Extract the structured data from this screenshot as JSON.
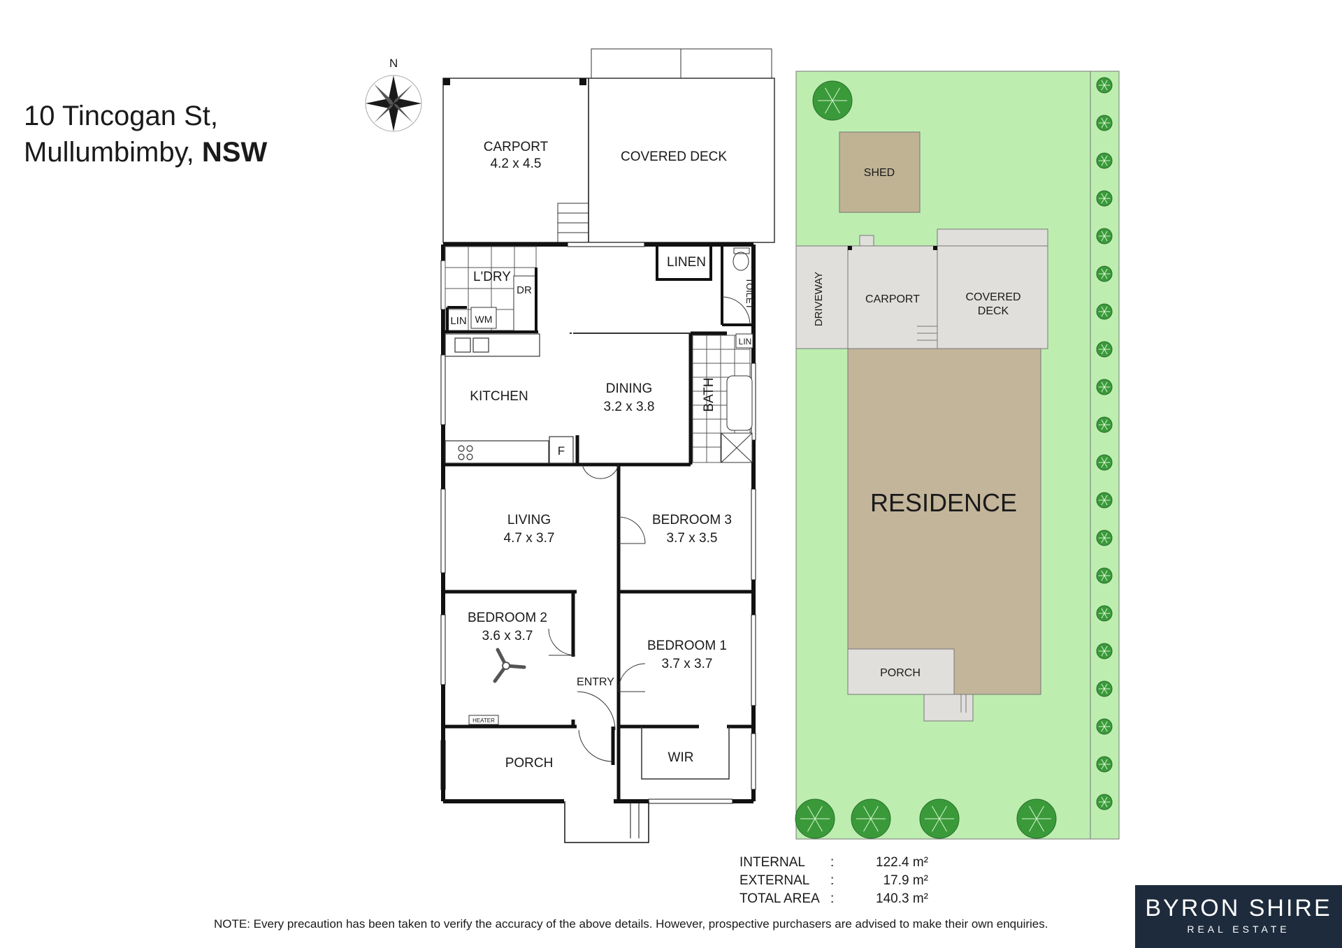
{
  "address": {
    "line1": "10 Tincogan St,",
    "line2": "Mullumbimby,",
    "state": "NSW"
  },
  "compass": {
    "label": "N"
  },
  "floor_plan": {
    "rooms": {
      "carport": {
        "name": "CARPORT",
        "size": "4.2 x 4.5"
      },
      "covered_deck": {
        "name": "COVERED DECK"
      },
      "laundry": {
        "name": "L'DRY"
      },
      "dryer": {
        "name": "DR"
      },
      "linen_laundry": {
        "name": "LIN"
      },
      "washing_machine": {
        "name": "WM"
      },
      "linen": {
        "name": "LINEN"
      },
      "toilet": {
        "name": "TOILET"
      },
      "linen_bath": {
        "name": "LIN"
      },
      "kitchen": {
        "name": "KITCHEN"
      },
      "dining": {
        "name": "DINING",
        "size": "3.2 x 3.8"
      },
      "fridge": {
        "name": "F"
      },
      "bath": {
        "name": "BATH"
      },
      "living": {
        "name": "LIVING",
        "size": "4.7 x 3.7"
      },
      "bedroom3": {
        "name": "BEDROOM 3",
        "size": "3.7 x 3.5"
      },
      "bedroom2": {
        "name": "BEDROOM 2",
        "size": "3.6 x 3.7"
      },
      "bedroom1": {
        "name": "BEDROOM 1",
        "size": "3.7 x 3.7"
      },
      "entry": {
        "name": "ENTRY"
      },
      "heater": {
        "name": "HEATER"
      },
      "porch": {
        "name": "PORCH"
      },
      "wir": {
        "name": "WIR"
      }
    }
  },
  "site_plan": {
    "labels": {
      "shed": "SHED",
      "driveway": "DRIVEWAY",
      "carport": "CARPORT",
      "covered_deck_1": "COVERED",
      "covered_deck_2": "DECK",
      "residence": "RESIDENCE",
      "porch": "PORCH"
    },
    "colors": {
      "lawn": "#bdeeb0",
      "residence": "#c3b59a",
      "outbuilding": "#bfb394",
      "paving": "#e0dfdb",
      "tree": "#3a9a3a"
    }
  },
  "areas": [
    {
      "label": "INTERNAL",
      "sep": ":",
      "value": "122.4 m²"
    },
    {
      "label": "EXTERNAL",
      "sep": ":",
      "value": "17.9 m²"
    },
    {
      "label": "TOTAL AREA",
      "sep": ":",
      "value": "140.3 m²"
    }
  ],
  "note": {
    "prefix": "NOTE:",
    "text": " Every precaution has been taken to verify the accuracy of the above details. However, prospective purchasers are advised to make their own enquiries."
  },
  "logo": {
    "main": "BYRON SHIRE",
    "sub": "REAL ESTATE"
  }
}
